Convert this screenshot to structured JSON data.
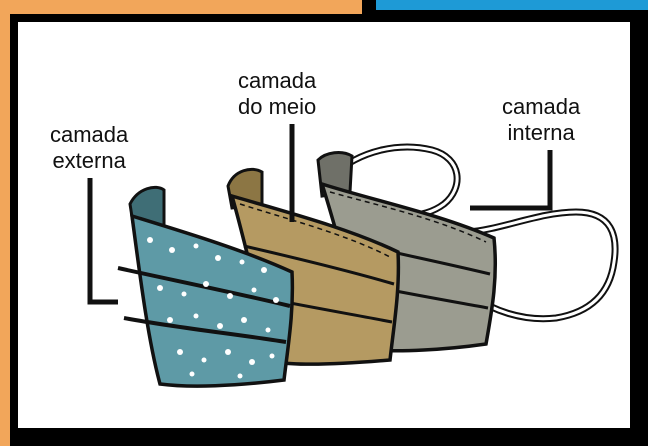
{
  "labels": {
    "outer": {
      "line1": "camada",
      "line2": "externa"
    },
    "middle": {
      "line1": "camada",
      "line2": "do meio"
    },
    "inner": {
      "line1": "camada",
      "line2": "interna"
    }
  },
  "colors": {
    "frame_outer": "#000000",
    "corner_orange": "#f2a65a",
    "corner_blue": "#1e9ad6",
    "panel": "#ffffff",
    "mask_outer": "#5e9aa6",
    "mask_outer_lining": "#3f6e76",
    "mask_middle": "#b59a62",
    "mask_middle_lining": "#8c7644",
    "mask_inner": "#9b9c90",
    "mask_inner_lining": "#6f7068",
    "outline": "#111111"
  },
  "icons": [
    "outer-mask-icon",
    "middle-mask-icon",
    "inner-mask-icon",
    "ear-loop-icon"
  ]
}
